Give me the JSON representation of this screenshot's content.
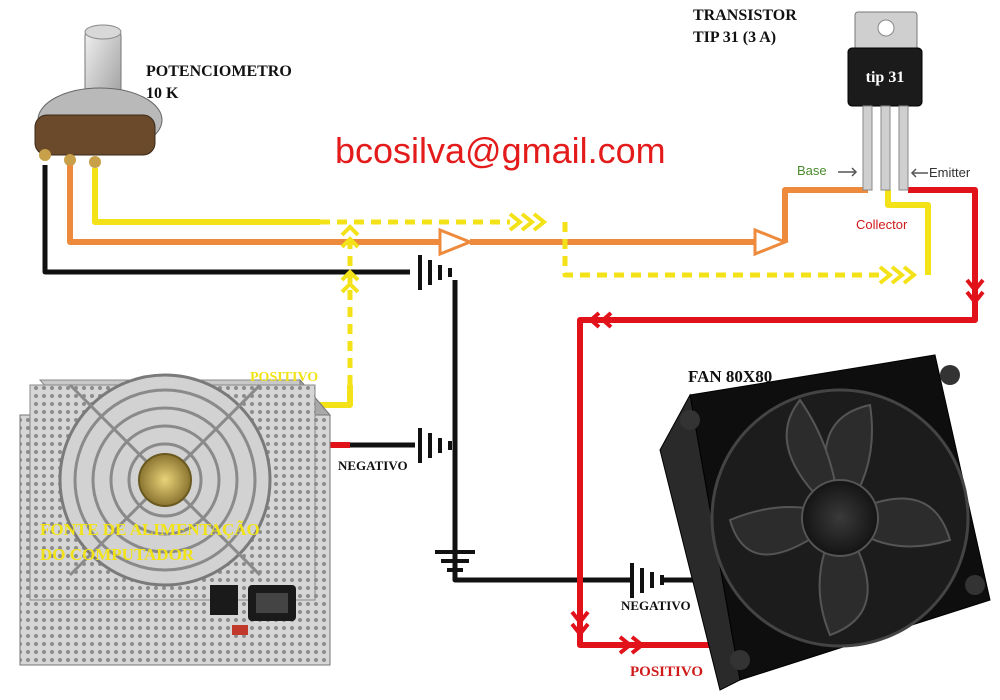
{
  "email": "bcosilva@gmail.com",
  "potentiometer": {
    "line1": "POTENCIOMETRO",
    "line2": "10 K"
  },
  "transistor": {
    "line1": "TRANSISTOR",
    "line2": "TIP 31 (3 A)",
    "chip_label": "tip 31",
    "pins": {
      "base": "Base",
      "collector": "Collector",
      "emitter": "Emitter"
    }
  },
  "fan": {
    "title": "FAN 80X80"
  },
  "psu": {
    "line1": "FONTE DE ALIMENTAÇÃO",
    "line2": "DO COMPUTADOR"
  },
  "labels": {
    "psu_positive": "POSITIVO",
    "psu_negative": "NEGATIVO",
    "fan_negative": "NEGATIVO",
    "fan_positive": "POSITIVO"
  },
  "colors": {
    "email": "#e31b1b",
    "wire_yellow": "#f4e219",
    "wire_orange": "#ee8a3c",
    "wire_red": "#e2121b",
    "wire_black": "#111111",
    "label_red": "#cf1a1a",
    "psu_text": "#f1e317"
  }
}
